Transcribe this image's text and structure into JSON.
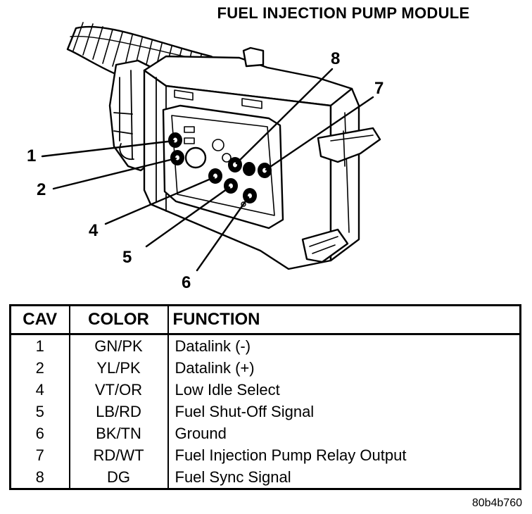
{
  "title": "FUEL INJECTION PUMP MODULE",
  "callouts": [
    "1",
    "2",
    "4",
    "5",
    "6",
    "7",
    "8"
  ],
  "table": {
    "headers": [
      "CAV",
      "COLOR",
      "FUNCTION"
    ],
    "rows": [
      {
        "cav": "1",
        "color": "GN/PK",
        "function": "Datalink (-)"
      },
      {
        "cav": "2",
        "color": "YL/PK",
        "function": "Datalink (+)"
      },
      {
        "cav": "4",
        "color": "VT/OR",
        "function": "Low Idle Select"
      },
      {
        "cav": "5",
        "color": "LB/RD",
        "function": "Fuel Shut-Off Signal"
      },
      {
        "cav": "6",
        "color": "BK/TN",
        "function": "Ground"
      },
      {
        "cav": "7",
        "color": "RD/WT",
        "function": "Fuel Injection Pump Relay Output"
      },
      {
        "cav": "8",
        "color": "DG",
        "function": "Fuel Sync Signal"
      }
    ]
  },
  "figure_code": "80b4b760"
}
